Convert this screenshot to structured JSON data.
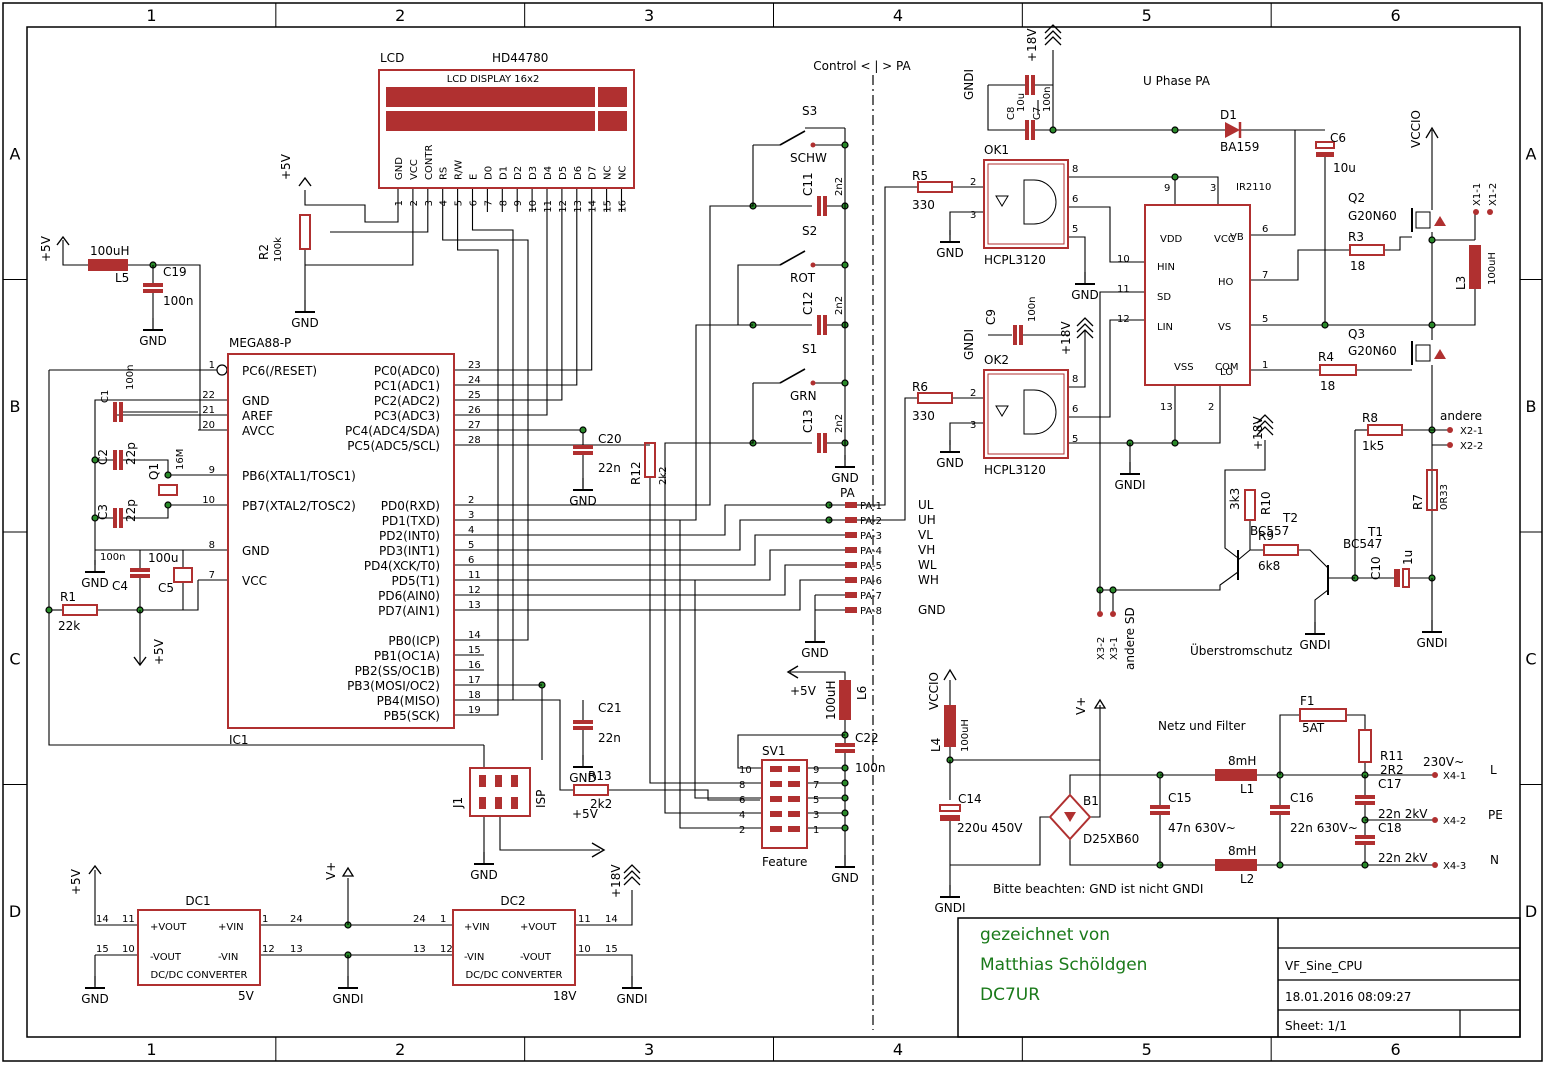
{
  "frame": {
    "columns": [
      "1",
      "2",
      "3",
      "4",
      "5",
      "6"
    ],
    "rows": [
      "A",
      "B",
      "C",
      "D"
    ]
  },
  "colors": {
    "component": "#b03030",
    "wire": "#000000",
    "credit": "#1a7a1a"
  },
  "lcd": {
    "ref": "LCD",
    "part": "HD44780",
    "title": "LCD DISPLAY 16x2",
    "pins": [
      "GND",
      "VCC",
      "CONTR",
      "RS",
      "R/W",
      "E",
      "D0",
      "D1",
      "D2",
      "D3",
      "D4",
      "D5",
      "D6",
      "D7",
      "NC",
      "NC"
    ],
    "pin_numbers": [
      "1",
      "2",
      "3",
      "4",
      "5",
      "6",
      "7",
      "8",
      "9",
      "10",
      "11",
      "12",
      "13",
      "14",
      "15",
      "16"
    ]
  },
  "mcu": {
    "ref": "IC1",
    "part": "MEGA88-P",
    "left_pins": [
      {
        "num": "1",
        "name": "PC6(/RESET)"
      },
      {
        "num": "22",
        "name": "GND"
      },
      {
        "num": "21",
        "name": "AREF"
      },
      {
        "num": "20",
        "name": "AVCC"
      },
      {
        "num": "9",
        "name": "PB6(XTAL1/TOSC1)"
      },
      {
        "num": "10",
        "name": "PB7(XTAL2/TOSC2)"
      },
      {
        "num": "8",
        "name": "GND"
      },
      {
        "num": "7",
        "name": "VCC"
      }
    ],
    "right_pins": [
      {
        "num": "23",
        "name": "PC0(ADC0)"
      },
      {
        "num": "24",
        "name": "PC1(ADC1)"
      },
      {
        "num": "25",
        "name": "PC2(ADC2)"
      },
      {
        "num": "26",
        "name": "PC3(ADC3)"
      },
      {
        "num": "27",
        "name": "PC4(ADC4/SDA)"
      },
      {
        "num": "28",
        "name": "PC5(ADC5/SCL)"
      },
      {
        "num": "2",
        "name": "PD0(RXD)"
      },
      {
        "num": "3",
        "name": "PD1(TXD)"
      },
      {
        "num": "4",
        "name": "PD2(INT0)"
      },
      {
        "num": "5",
        "name": "PD3(INT1)"
      },
      {
        "num": "6",
        "name": "PD4(XCK/T0)"
      },
      {
        "num": "11",
        "name": "PD5(T1)"
      },
      {
        "num": "12",
        "name": "PD6(AIN0)"
      },
      {
        "num": "13",
        "name": "PD7(AIN1)"
      },
      {
        "num": "14",
        "name": "PB0(ICP)"
      },
      {
        "num": "15",
        "name": "PB1(OC1A)"
      },
      {
        "num": "16",
        "name": "PB2(SS/OC1B)"
      },
      {
        "num": "17",
        "name": "PB3(MOSI/OC2)"
      },
      {
        "num": "18",
        "name": "PB4(MISO)"
      },
      {
        "num": "19",
        "name": "PB5(SCK)"
      }
    ]
  },
  "labels": {
    "control_pa": "Control < | > PA",
    "u_phase": "U Phase PA",
    "netz_filter": "Netz und Filter",
    "ueberstrom": "Überstromschutz",
    "gnd_note": "Bitte beachten: GND ist nicht GNDI",
    "ir2110": "IR2110",
    "andere": "andere",
    "andere_sd": "andere SD",
    "feature": "Feature",
    "isp": "ISP",
    "pa": "PA"
  },
  "parts": {
    "L5": {
      "ref": "L5",
      "value": "100uH"
    },
    "C19": {
      "ref": "C19",
      "value": "100n"
    },
    "R2": {
      "ref": "R2",
      "value": "100k"
    },
    "C1": {
      "ref": "C1",
      "value": "100n"
    },
    "C2": {
      "ref": "C2",
      "value": "22p"
    },
    "C3": {
      "ref": "C3",
      "value": "22p"
    },
    "Q1": {
      "ref": "Q1",
      "value": "16M"
    },
    "C4": {
      "ref": "C4",
      "value": "100n"
    },
    "C5": {
      "ref": "C5",
      "value": "100u"
    },
    "R1": {
      "ref": "R1",
      "value": "22k"
    },
    "C20": {
      "ref": "C20",
      "value": "22n"
    },
    "R12": {
      "ref": "R12",
      "value": "2k2"
    },
    "C21": {
      "ref": "C21",
      "value": "22n"
    },
    "R13": {
      "ref": "R13",
      "value": "2k2"
    },
    "S3": {
      "ref": "S3",
      "value": "SCHW"
    },
    "S2": {
      "ref": "S2",
      "value": "ROT"
    },
    "S1": {
      "ref": "S1",
      "value": "GRN"
    },
    "C11": {
      "ref": "C11",
      "value": "2n2"
    },
    "C12": {
      "ref": "C12",
      "value": "2n2"
    },
    "C13": {
      "ref": "C13",
      "value": "2n2"
    },
    "L6": {
      "ref": "L6",
      "value": "100uH"
    },
    "C22": {
      "ref": "C22",
      "value": "100n"
    },
    "SV1": {
      "ref": "SV1"
    },
    "J1": {
      "ref": "J1"
    },
    "R5": {
      "ref": "R5",
      "value": "330"
    },
    "R6": {
      "ref": "R6",
      "value": "330"
    },
    "OK1": {
      "ref": "OK1",
      "value": "HCPL3120"
    },
    "OK2": {
      "ref": "OK2",
      "value": "HCPL3120"
    },
    "C9": {
      "ref": "C9",
      "value": "100n"
    },
    "C7": {
      "ref": "C7",
      "value": "100n"
    },
    "C8": {
      "ref": "C8",
      "value": "10u"
    },
    "D1": {
      "ref": "D1",
      "value": "BA159"
    },
    "C6": {
      "ref": "C6",
      "value": "10u"
    },
    "R3": {
      "ref": "R3",
      "value": "18"
    },
    "R4": {
      "ref": "R4",
      "value": "18"
    },
    "Q2": {
      "ref": "Q2",
      "value": "G20N60"
    },
    "Q3": {
      "ref": "Q3",
      "value": "G20N60"
    },
    "L3": {
      "ref": "L3",
      "value": "100uH"
    },
    "R8": {
      "ref": "R8",
      "value": "1k5"
    },
    "R7": {
      "ref": "R7",
      "value": "0R33"
    },
    "R10": {
      "ref": "R10",
      "value": "3k3"
    },
    "R9": {
      "ref": "R9",
      "value": "6k8"
    },
    "T2": {
      "ref": "T2",
      "value": "BC557"
    },
    "T1": {
      "ref": "T1",
      "value": "BC547"
    },
    "C10": {
      "ref": "C10",
      "value": "1u"
    },
    "L4": {
      "ref": "L4",
      "value": "100uH"
    },
    "C14": {
      "ref": "C14",
      "value": "220u 450V"
    },
    "B1": {
      "ref": "B1",
      "value": "D25XB60"
    },
    "C15": {
      "ref": "C15",
      "value": "47n 630V~"
    },
    "L1": {
      "ref": "L1",
      "value": "8mH"
    },
    "L2": {
      "ref": "L2",
      "value": "8mH"
    },
    "C16": {
      "ref": "C16",
      "value": "22n 630V~"
    },
    "F1": {
      "ref": "F1",
      "value": "5AT"
    },
    "R11": {
      "ref": "R11",
      "value": "2R2"
    },
    "C17": {
      "ref": "C17",
      "value": "22n 2kV"
    },
    "C18": {
      "ref": "C18",
      "value": "22n 2kV"
    },
    "DC1": {
      "ref": "DC1",
      "value": "5V"
    },
    "DC2": {
      "ref": "DC2",
      "value": "18V"
    }
  },
  "dcdc": {
    "type": "DC/DC CONVERTER",
    "pins": [
      "+VOUT",
      "-VOUT",
      "+VIN",
      "-VIN"
    ]
  },
  "pa_connector": {
    "pins": [
      "PA-1",
      "PA-2",
      "PA-3",
      "PA-4",
      "PA-5",
      "PA-6",
      "PA-7",
      "PA-8"
    ],
    "signals": [
      "UL",
      "UH",
      "VL",
      "VH",
      "WL",
      "WH",
      "",
      "GND"
    ]
  },
  "x_connectors": {
    "x1": [
      "X1-1",
      "X1-2"
    ],
    "x2": [
      "X2-1",
      "X2-2"
    ],
    "x3": [
      "X3-2",
      "X3-1"
    ],
    "x4": [
      "X4-1",
      "X4-2",
      "X4-3"
    ],
    "mains": [
      "230V~",
      "L",
      "PE",
      "N"
    ]
  },
  "supplies": {
    "plus5": "+5V",
    "plus18": "+18V",
    "vplus": "V+",
    "vccio": "VCCIO",
    "gnd": "GND",
    "gndi": "GNDI"
  },
  "credits": {
    "line1": "gezeichnet von",
    "line2": "Matthias Schöldgen",
    "line3": "DC7UR"
  },
  "title_block": {
    "name": "VF_Sine_CPU",
    "date": "18.01.2016 08:09:27",
    "sheet": "Sheet: 1/1"
  }
}
